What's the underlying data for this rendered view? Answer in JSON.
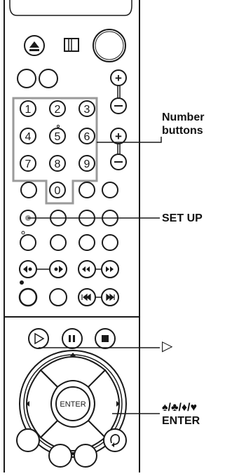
{
  "callouts": {
    "number_buttons": {
      "line1": "Number",
      "line2": "buttons"
    },
    "set_up": {
      "label": "SET UP"
    },
    "play": {
      "label": "▷"
    },
    "arrows_enter": {
      "line1": "♠/♣/♦/♥",
      "line2": "ENTER"
    }
  },
  "keypad": {
    "row1": [
      "1",
      "2",
      "3"
    ],
    "row2": [
      "4",
      "5",
      "6"
    ],
    "row3": [
      "7",
      "8",
      "9"
    ],
    "row4": [
      "0"
    ]
  },
  "enter_button": {
    "label": "ENTER"
  },
  "colors": {
    "line": "#1a1a1a",
    "keypad_frame": "#9a9a9a",
    "panel": "#ffffff"
  }
}
